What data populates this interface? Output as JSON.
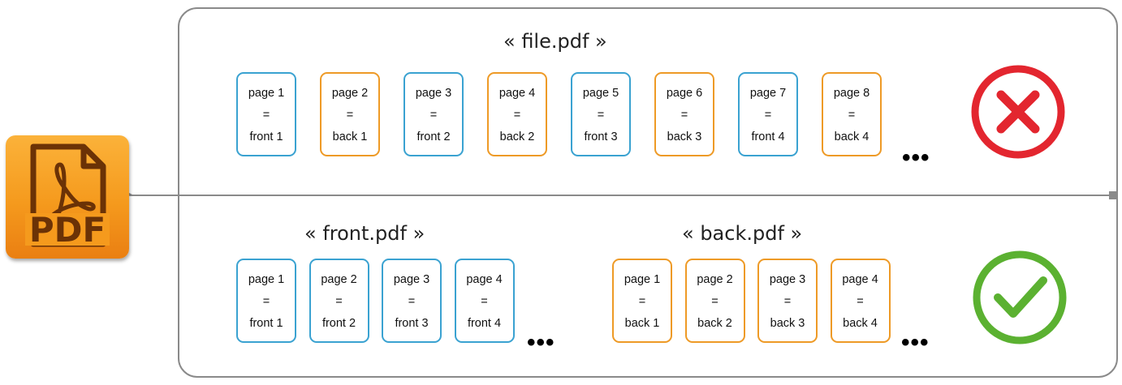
{
  "source_icon": {
    "label": "PDF",
    "icon": "pdf-file-icon",
    "color": "#f59a1d"
  },
  "colors": {
    "front": "#3aa2d1",
    "back": "#ee9a26",
    "wrong": "#e3262f",
    "right": "#5bb131",
    "frame": "#8a8a8a"
  },
  "ellipsis": "•••",
  "wrong_option": {
    "file_label": "« file.pdf »",
    "status_icon": "error-x-icon",
    "pages": [
      {
        "name": "page 1",
        "eq": "=",
        "side": "front 1",
        "kind": "front"
      },
      {
        "name": "page 2",
        "eq": "=",
        "side": "back 1",
        "kind": "back"
      },
      {
        "name": "page 3",
        "eq": "=",
        "side": "front 2",
        "kind": "front"
      },
      {
        "name": "page 4",
        "eq": "=",
        "side": "back 2",
        "kind": "back"
      },
      {
        "name": "page 5",
        "eq": "=",
        "side": "front 3",
        "kind": "front"
      },
      {
        "name": "page 6",
        "eq": "=",
        "side": "back 3",
        "kind": "back"
      },
      {
        "name": "page 7",
        "eq": "=",
        "side": "front 4",
        "kind": "front"
      },
      {
        "name": "page 8",
        "eq": "=",
        "side": "back 4",
        "kind": "back"
      }
    ]
  },
  "right_option": {
    "status_icon": "success-check-icon",
    "front_file": {
      "file_label": "« front.pdf »",
      "pages": [
        {
          "name": "page 1",
          "eq": "=",
          "side": "front 1",
          "kind": "front"
        },
        {
          "name": "page 2",
          "eq": "=",
          "side": "front 2",
          "kind": "front"
        },
        {
          "name": "page 3",
          "eq": "=",
          "side": "front 3",
          "kind": "front"
        },
        {
          "name": "page 4",
          "eq": "=",
          "side": "front 4",
          "kind": "front"
        }
      ]
    },
    "back_file": {
      "file_label": "« back.pdf »",
      "pages": [
        {
          "name": "page 1",
          "eq": "=",
          "side": "back 1",
          "kind": "back"
        },
        {
          "name": "page 2",
          "eq": "=",
          "side": "back 2",
          "kind": "back"
        },
        {
          "name": "page 3",
          "eq": "=",
          "side": "back 3",
          "kind": "back"
        },
        {
          "name": "page 4",
          "eq": "=",
          "side": "back 4",
          "kind": "back"
        }
      ]
    }
  }
}
